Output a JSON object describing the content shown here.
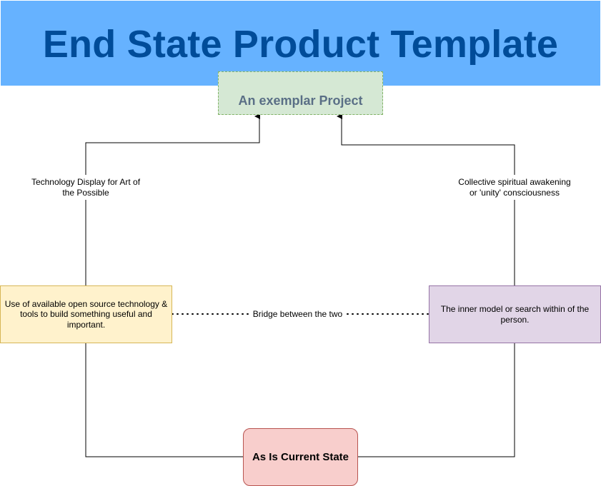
{
  "header": {
    "title": "End State Product Template"
  },
  "nodes": {
    "exemplar": "An exemplar Project",
    "left": "Use of available open source technology & tools to build something useful and important.",
    "right": "The inner model or search within of the person.",
    "current": "As Is Current State"
  },
  "edge_labels": {
    "left": "Technology Display for Art of the Possible",
    "right": "Collective spiritual awakening or 'unity' consciousness",
    "bridge": "Bridge between the two"
  },
  "colors": {
    "header_fill": "#66b2ff",
    "header_text": "#004c99",
    "exemplar_fill": "#d5e8d4",
    "left_fill": "#fff2cc",
    "right_fill": "#e1d5e7",
    "current_fill": "#f8cecc"
  }
}
